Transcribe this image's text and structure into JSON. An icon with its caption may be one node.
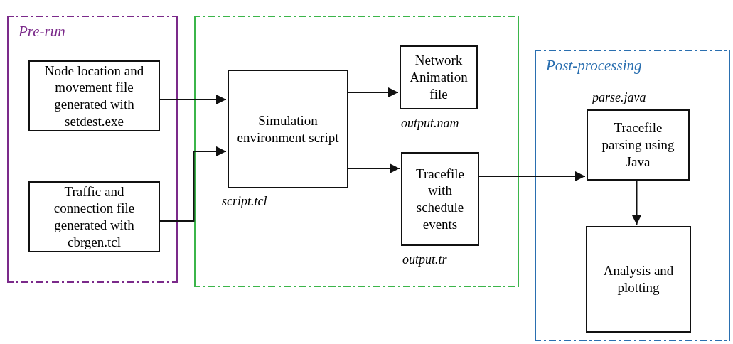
{
  "diagram": {
    "nodes": [
      {
        "text": [
          "Pre-run"
        ]
      },
      {
        "text": [],
        "shape": "box"
      },
      {
        "text": [
          "Post-processing"
        ]
      },
      {
        "text": [
          "Node location and movement file generated with setdest.exe"
        ],
        "in": 0
      },
      {
        "text": [
          "Traffic and connection file generated with cbrgen.tcl"
        ],
        "in": 0
      },
      {
        "text": [
          "Simulation environment script"
        ],
        "in": 1,
        "beside": [
          "script.tcl"
        ]
      },
      {
        "text": [
          "Network Animation file"
        ],
        "in": 1,
        "beside": [
          "output.nam"
        ]
      },
      {
        "text": [
          "Tracefile with schedule events"
        ],
        "in": 1,
        "beside": [
          "output.tr"
        ]
      },
      {
        "text": [
          "Tracefile parsing using Java"
        ],
        "in": 2,
        "beside": [
          "parse.java"
        ]
      },
      {
        "text": [
          "Analysis and plotting"
        ],
        "in": 2
      }
    ],
    "edges": [
      {
        "from": 3,
        "to": 5,
        "arrow": "to"
      },
      {
        "from": 4,
        "to": 5,
        "arrow": "to"
      },
      {
        "from": 5,
        "to": 6,
        "arrow": "to"
      },
      {
        "from": 5,
        "to": 7,
        "arrow": "to"
      },
      {
        "from": 7,
        "to": 8,
        "arrow": "to"
      },
      {
        "from": 8,
        "to": 9,
        "arrow": "to"
      }
    ]
  }
}
